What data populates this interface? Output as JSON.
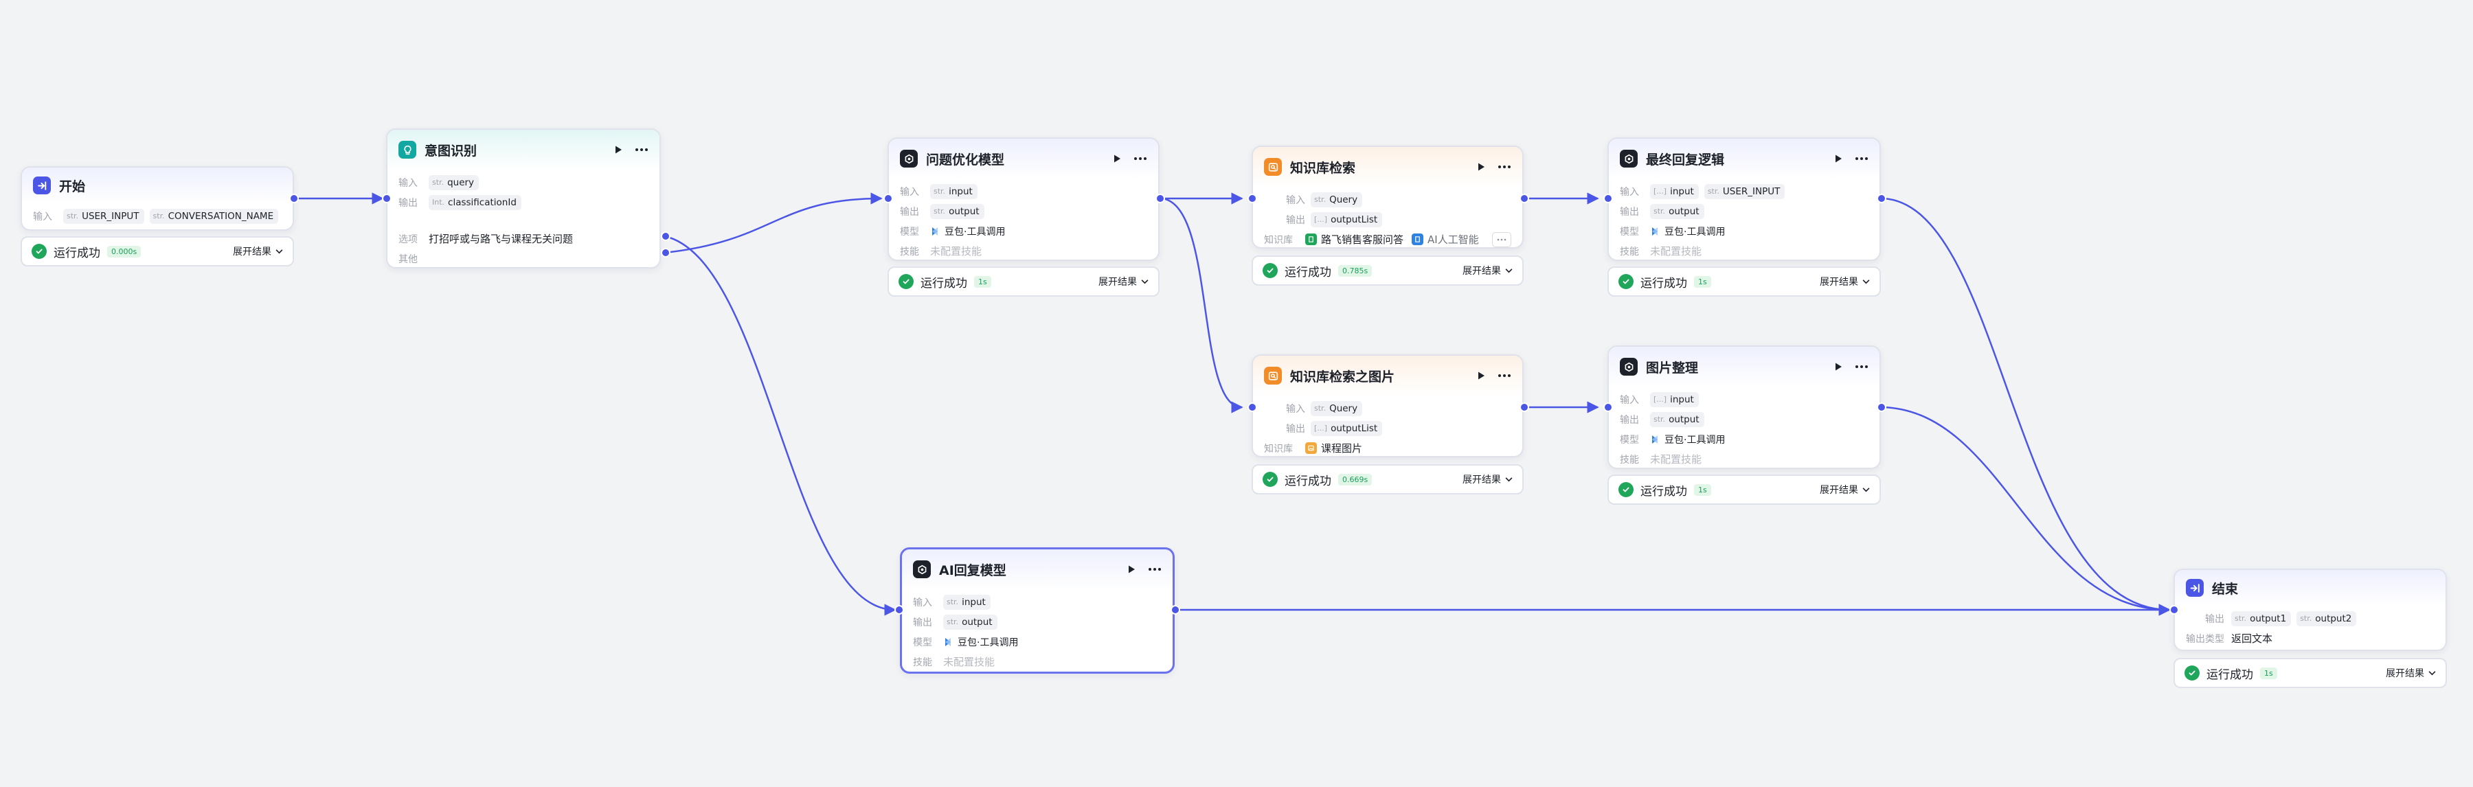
{
  "colors": {
    "edge": "#4b55e6",
    "success": "#20a65a",
    "start_icon": "#4b55e6",
    "intent_icon": "#13a7a1",
    "llm_icon": "#1d2129",
    "kb_icon": "#f28c28",
    "end_icon": "#4b55e6"
  },
  "icons": {
    "start": "start-arrow-icon",
    "intent": "intent-bulb-icon",
    "llm": "llm-model-icon",
    "kb": "knowledge-base-icon",
    "end": "end-arrow-icon",
    "run": "play-icon",
    "more": "more-dots-icon",
    "success": "check-circle-icon",
    "expand": "chevron-down-icon"
  },
  "labels": {
    "input": "输入",
    "output": "输出",
    "model": "模型",
    "skills": "技能",
    "options": "选项",
    "other": "其他",
    "kb": "知识库",
    "output_type": "输出类型",
    "not_configured": "未配置技能",
    "model_name": "豆包·工具调用",
    "run_success": "运行成功",
    "expand_result": "展开结果"
  },
  "nodes": {
    "start": {
      "title": "开始",
      "outputs": [
        {
          "type": "str.",
          "name": "USER_INPUT"
        },
        {
          "type": "str.",
          "name": "CONVERSATION_NAME"
        }
      ],
      "time": "0.000s"
    },
    "intent": {
      "title": "意图识别",
      "input": {
        "type": "str.",
        "name": "query"
      },
      "output": {
        "type": "Int.",
        "name": "classificationId"
      },
      "option": "打招呼或与路飞与课程无关问题"
    },
    "rewrite": {
      "title": "问题优化模型",
      "input": {
        "type": "str.",
        "name": "input"
      },
      "output": {
        "type": "str.",
        "name": "output"
      },
      "time": "1s"
    },
    "kb1": {
      "title": "知识库检索",
      "input": {
        "type": "str.",
        "name": "Query"
      },
      "output": {
        "type": "[...]",
        "name": "outputList"
      },
      "kbs": [
        {
          "name": "路飞销售客服问答",
          "color": "#20a65a"
        },
        {
          "name": "AI人工智能",
          "color": "#2e82e5"
        }
      ],
      "time": "0.785s"
    },
    "final": {
      "title": "最终回复逻辑",
      "inputs": [
        {
          "type": "[...]",
          "name": "input"
        },
        {
          "type": "str.",
          "name": "USER_INPUT"
        }
      ],
      "output": {
        "type": "str.",
        "name": "output"
      },
      "time": "1s"
    },
    "kb2": {
      "title": "知识库检索之图片",
      "input": {
        "type": "str.",
        "name": "Query"
      },
      "output": {
        "type": "[...]",
        "name": "outputList"
      },
      "kb": "课程图片",
      "time": "0.669s"
    },
    "pic": {
      "title": "图片整理",
      "input": {
        "type": "[...]",
        "name": "input"
      },
      "output": {
        "type": "str.",
        "name": "output"
      },
      "time": "1s"
    },
    "ai": {
      "title": "AI回复模型",
      "input": {
        "type": "str.",
        "name": "input"
      },
      "output": {
        "type": "str.",
        "name": "output"
      }
    },
    "end": {
      "title": "结束",
      "outputs": [
        {
          "type": "str.",
          "name": "output1"
        },
        {
          "type": "str.",
          "name": "output2"
        }
      ],
      "output_type": "返回文本",
      "time": "1s"
    }
  }
}
